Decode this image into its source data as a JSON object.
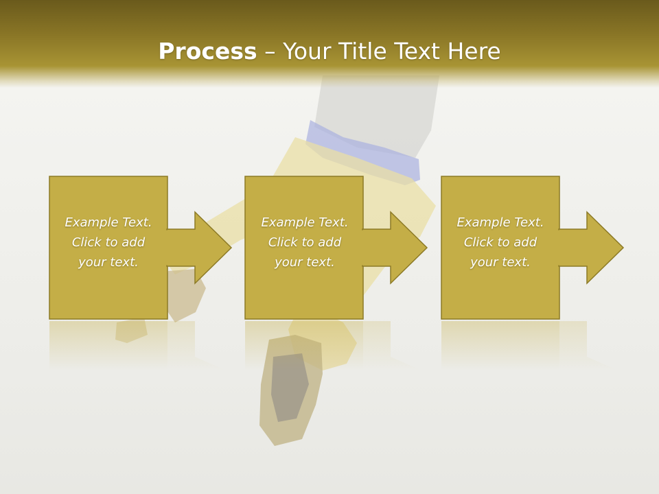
{
  "title": {
    "bold": "Process",
    "rest": " – Your Title Text Here"
  },
  "steps": [
    {
      "line1": "Example Text.",
      "line2": "Click  to add",
      "line3": "your text."
    },
    {
      "line1": "Example Text.",
      "line2": "Click  to add",
      "line3": "your text."
    },
    {
      "line1": "Example Text.",
      "line2": "Click  to add",
      "line3": "your text."
    }
  ],
  "colors": {
    "header": "#8a7626",
    "box_fill": "#c4ae47",
    "box_stroke": "#8c7a26",
    "text": "#ffffff"
  }
}
